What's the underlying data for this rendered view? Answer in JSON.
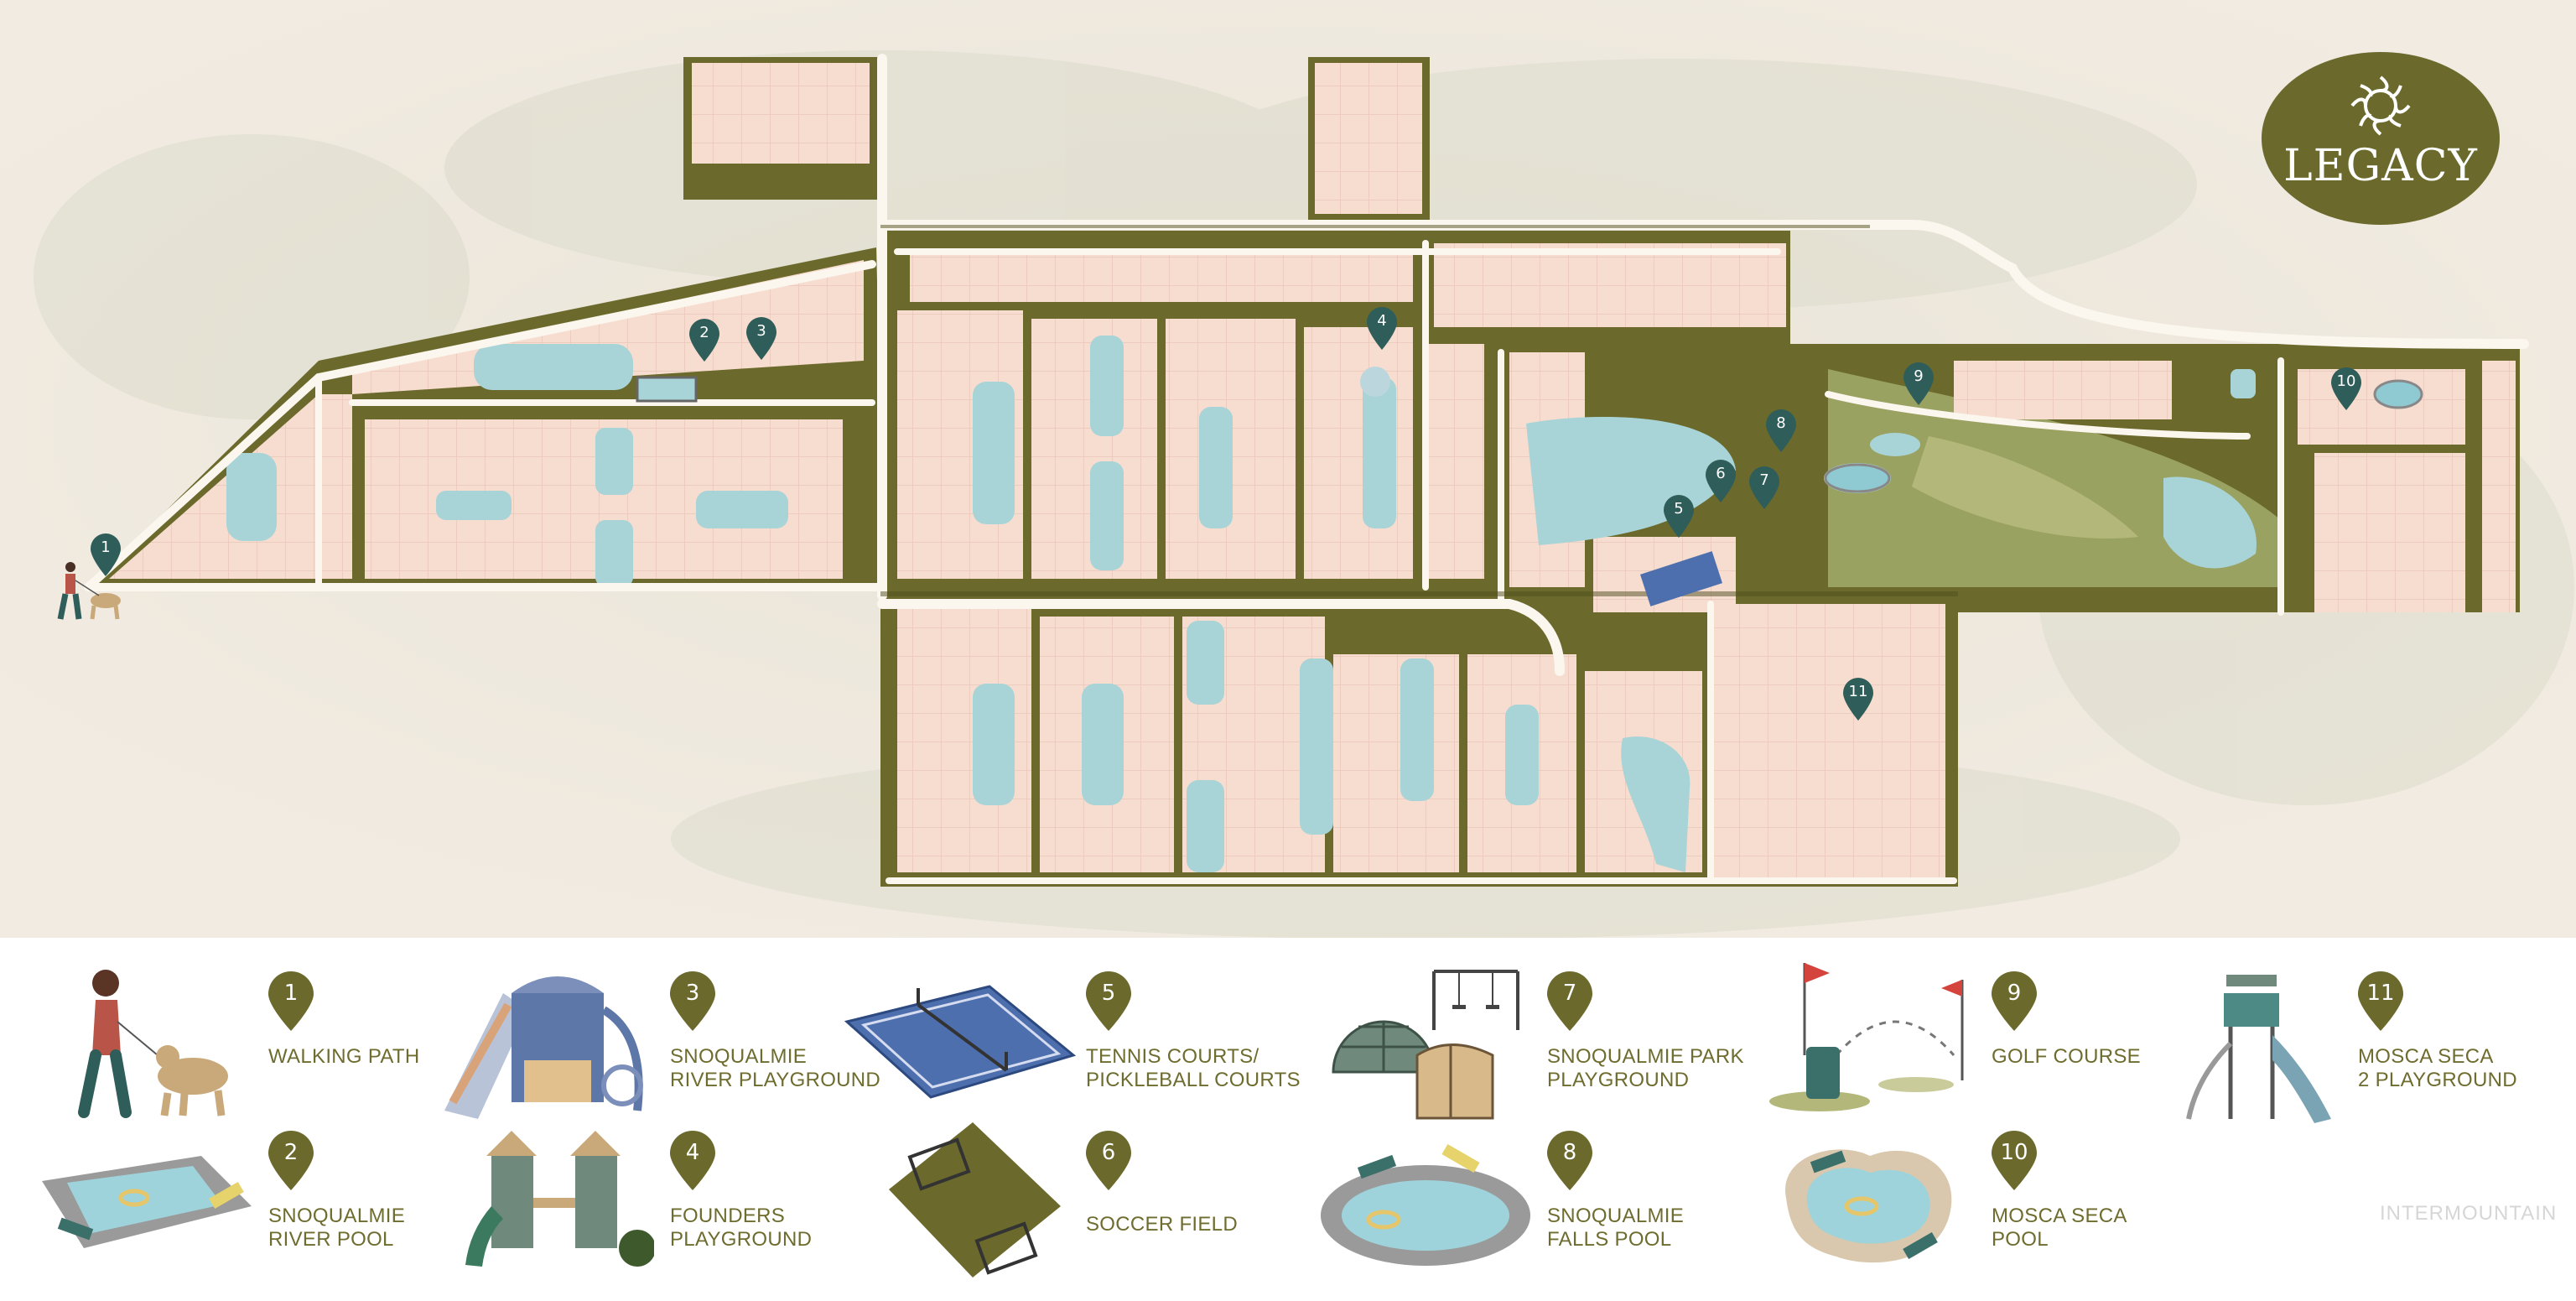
{
  "logo": {
    "text": "LEGACY",
    "color": "#6b6a2c"
  },
  "colors": {
    "green": "#6b6a2c",
    "lot": "#f7ddd0",
    "water": "#a9d4d7",
    "road": "#fbf6ee",
    "label": "#6e6c2e",
    "pin": "#2f5d59"
  },
  "legend": [
    {
      "num": "1",
      "line1": "WALKING PATH",
      "line2": "",
      "icon": "walker-icon"
    },
    {
      "num": "2",
      "line1": "SNOQUALMIE",
      "line2": "RIVER POOL",
      "icon": "pool-icon"
    },
    {
      "num": "3",
      "line1": "SNOQUALMIE",
      "line2": "RIVER PLAYGROUND",
      "icon": "playground-icon"
    },
    {
      "num": "4",
      "line1": "FOUNDERS",
      "line2": "PLAYGROUND",
      "icon": "playground-tower-icon"
    },
    {
      "num": "5",
      "line1": "TENNIS COURTS/",
      "line2": "PICKLEBALL COURTS",
      "icon": "tennis-court-icon"
    },
    {
      "num": "6",
      "line1": "SOCCER FIELD",
      "line2": "",
      "icon": "soccer-field-icon"
    },
    {
      "num": "7",
      "line1": "SNOQUALMIE PARK",
      "line2": "PLAYGROUND",
      "icon": "dome-swing-icon"
    },
    {
      "num": "8",
      "line1": "SNOQUALMIE",
      "line2": "FALLS POOL",
      "icon": "pool-oval-icon"
    },
    {
      "num": "9",
      "line1": "GOLF COURSE",
      "line2": "",
      "icon": "golf-icon"
    },
    {
      "num": "10",
      "line1": "MOSCA SECA",
      "line2": "POOL",
      "icon": "pool-kidney-icon"
    },
    {
      "num": "11",
      "line1": "MOSCA SECA",
      "line2": "2 PLAYGROUND",
      "icon": "slide-tower-icon"
    }
  ],
  "map_pins": [
    "1",
    "2",
    "3",
    "4",
    "5",
    "6",
    "7",
    "8",
    "9",
    "10",
    "11"
  ],
  "watermark": "INTERMOUNTAIN"
}
